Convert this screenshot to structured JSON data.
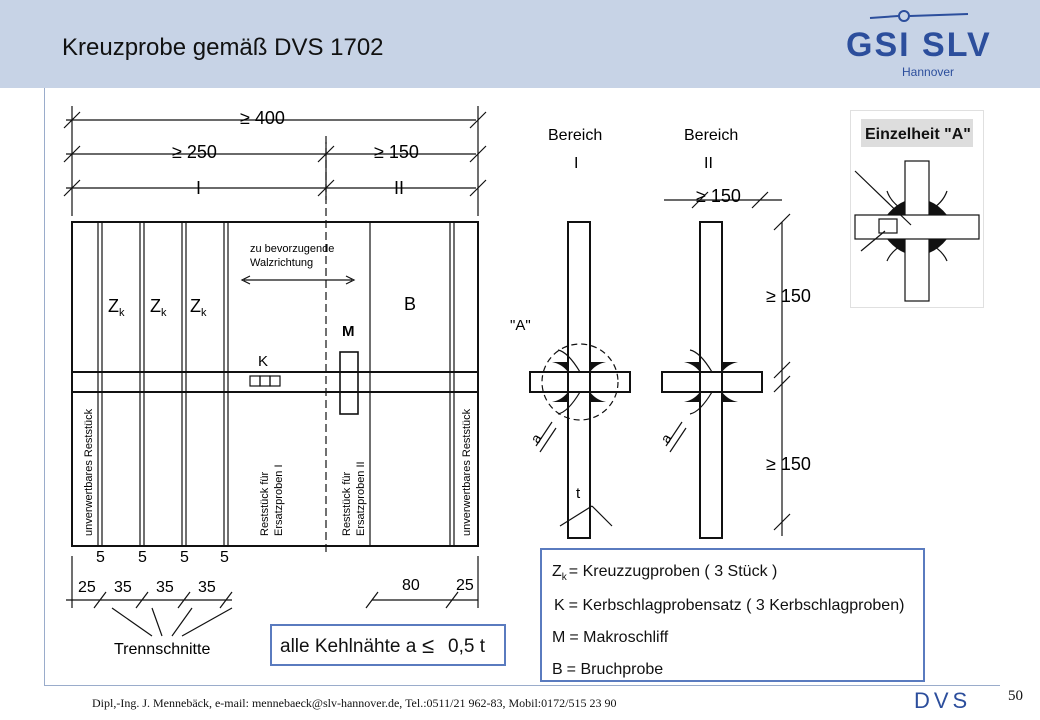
{
  "header": {
    "title": "Kreuzprobe gemäß DVS 1702",
    "logo_main": "GSI SLV",
    "logo_sub": "Hannover",
    "bg_color": "#c7d3e6",
    "logo_color": "#2c4e9c"
  },
  "drawing": {
    "dim_total": "≥ 400",
    "dim_region1": "≥ 250",
    "dim_region2": "≥ 150",
    "region1": "I",
    "region2": "II",
    "rolling_hint_line1": "zu bevorzugende",
    "rolling_hint_line2": "Walzrichtung",
    "zk_letter": "Z",
    "zk_sub": "k",
    "label_m": "M",
    "label_k": "K",
    "label_b": "B",
    "rest_left": "unverwertbares Reststück",
    "rest_right": "unverwertbares Reststück",
    "rest_region1_l1": "Reststück für",
    "rest_region1_l2": "Ersatzproben I",
    "rest_region2_l1": "Reststück für",
    "rest_region2_l2": "Ersatzproben II",
    "cut_widths": [
      "5",
      "5",
      "5",
      "5"
    ],
    "bottom_dims": [
      "25",
      "35",
      "35",
      "35"
    ],
    "bottom_right_dims": [
      "80",
      "25"
    ],
    "trennschnitte": "Trennschnitte",
    "bereich": "Bereich",
    "bereich1_num": "I",
    "bereich2_num": "II",
    "dim_150_top": "≥ 150",
    "dim_150_mid": "≥ 150",
    "dim_150_low": "≥ 150",
    "detail_ref": "\"A\"",
    "label_a": "a",
    "label_t": "t"
  },
  "detail": {
    "title": "Einzelheit \"A\""
  },
  "note": {
    "prefix": "alle Kehlnähte a",
    "relation": "≤",
    "value": "0,5  t"
  },
  "legend": {
    "items": [
      {
        "sym": "Z",
        "sub": "k",
        "text": "= Kreuzzugproben ( 3 Stück )"
      },
      {
        "sym": "K",
        "sub": "",
        "text": "= Kerbschlagprobensatz   ( 3 Kerbschlagproben)"
      },
      {
        "sym": "M",
        "sub": "",
        "text": "= Makroschliff"
      },
      {
        "sym": "B",
        "sub": "",
        "text": "= Bruchprobe"
      }
    ],
    "border_color": "#5a7bbf"
  },
  "footer": {
    "text": "Dipl,-Ing. J. Mennebäck, e-mail: mennebaeck@slv-hannover.de, Tel.:0511/21  962-83, Mobil:0172/515  23 90",
    "page_number": "50",
    "dvs_logo": "DVS"
  }
}
